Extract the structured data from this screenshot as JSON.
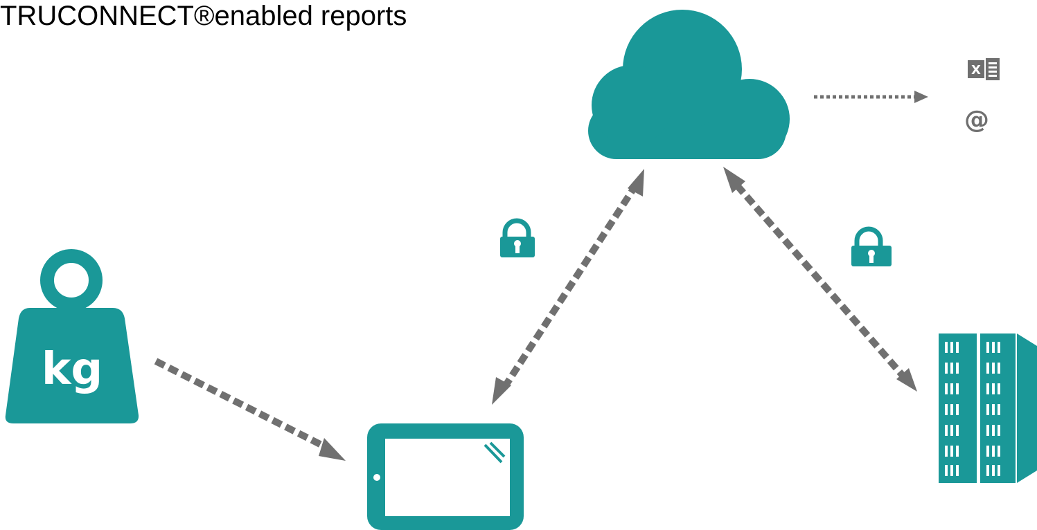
{
  "title": "TRUCONNECT®enabled reports",
  "colors": {
    "accent": "#1a9898",
    "arrow": "#707070",
    "icon_gray": "#6f6f6f"
  },
  "nodes": {
    "weight": {
      "label": "kg",
      "icon": "weight-icon"
    },
    "tablet": {
      "icon": "tablet-icon"
    },
    "cloud": {
      "icon": "cloud-icon"
    },
    "server": {
      "icon": "server-icon"
    },
    "excel": {
      "label": "X",
      "icon": "excel-icon"
    },
    "email": {
      "label": "@",
      "icon": "email-icon"
    },
    "locks": [
      "lock-icon",
      "lock-icon"
    ]
  },
  "connections": [
    {
      "from": "weight",
      "to": "tablet",
      "style": "dashed",
      "direction": "one-way"
    },
    {
      "from": "tablet",
      "to": "cloud",
      "style": "dashed",
      "direction": "two-way",
      "secured": true
    },
    {
      "from": "cloud",
      "to": "server",
      "style": "dashed",
      "direction": "two-way",
      "secured": true
    },
    {
      "from": "cloud",
      "to": "reports",
      "style": "dotted",
      "direction": "one-way"
    }
  ]
}
